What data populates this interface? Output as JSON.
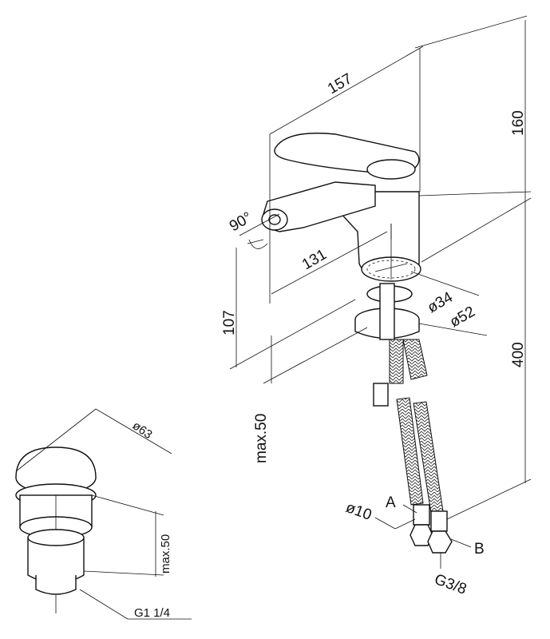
{
  "mixer": {
    "dim_length": "157",
    "dim_height": "160",
    "dim_angle": "90°",
    "dim_reach": "131",
    "dim_spout_height": "107",
    "dim_hole": "ø34",
    "dim_base": "ø52",
    "dim_hose_length": "400",
    "dim_max_thickness": "max.50"
  },
  "hoses": {
    "label_a": "A",
    "label_b": "B",
    "dim_diameter": "ø10",
    "thread": "G3/8"
  },
  "drain": {
    "dim_diameter": "ø63",
    "dim_max": "max.50",
    "thread": "G1 1/4"
  }
}
